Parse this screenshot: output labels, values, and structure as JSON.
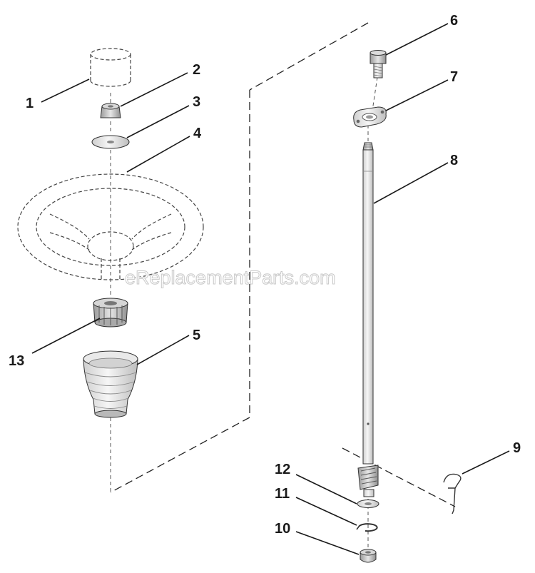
{
  "diagram": {
    "watermark": "eReplacementParts.com",
    "callouts": [
      {
        "id": "1",
        "label": "1"
      },
      {
        "id": "2",
        "label": "2"
      },
      {
        "id": "3",
        "label": "3"
      },
      {
        "id": "4",
        "label": "4"
      },
      {
        "id": "5",
        "label": "5"
      },
      {
        "id": "6",
        "label": "6"
      },
      {
        "id": "7",
        "label": "7"
      },
      {
        "id": "8",
        "label": "8"
      },
      {
        "id": "9",
        "label": "9"
      },
      {
        "id": "10",
        "label": "10"
      },
      {
        "id": "11",
        "label": "11"
      },
      {
        "id": "12",
        "label": "12"
      },
      {
        "id": "13",
        "label": "13"
      }
    ]
  }
}
